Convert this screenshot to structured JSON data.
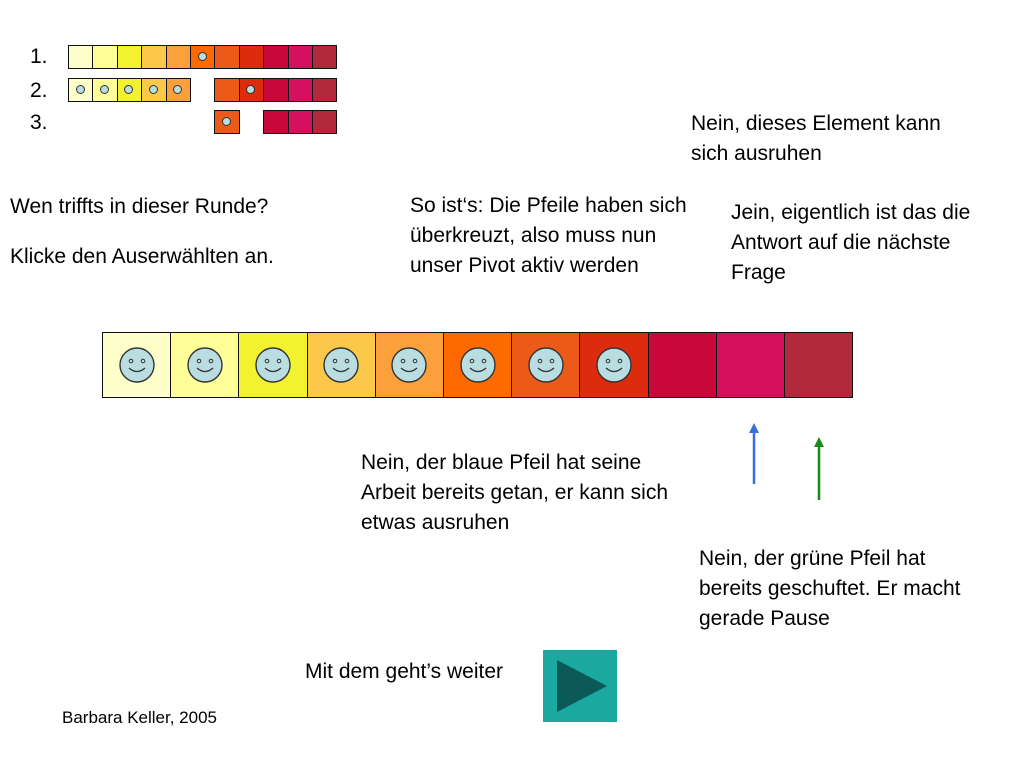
{
  "rows": [
    {
      "label": "1.",
      "cells": [
        {
          "color": "#ffffcc",
          "smiley": false
        },
        {
          "color": "#ffff99",
          "smiley": false
        },
        {
          "color": "#f2f230",
          "smiley": false
        },
        {
          "color": "#fbc84a",
          "smiley": false
        },
        {
          "color": "#fba03a",
          "smiley": false
        },
        {
          "color": "#ff6a00",
          "smiley": true
        },
        {
          "color": "#ec5a1a",
          "smiley": false
        },
        {
          "color": "#dd2b0e",
          "smiley": false
        },
        {
          "color": "#c8083a",
          "smiley": false
        },
        {
          "color": "#d5105e",
          "smiley": false
        },
        {
          "color": "#b02a3c",
          "smiley": false
        }
      ]
    },
    {
      "label": "2.",
      "cells": [
        {
          "color": "#ffffcc",
          "smiley": true
        },
        {
          "color": "#ffff99",
          "smiley": true
        },
        {
          "color": "#f2f230",
          "smiley": true
        },
        {
          "color": "#fbc84a",
          "smiley": true
        },
        {
          "color": "#fba03a",
          "smiley": true
        },
        {
          "color": "",
          "smiley": false
        },
        {
          "color": "#ec5a1a",
          "smiley": false
        },
        {
          "color": "#dd2b0e",
          "smiley": true
        },
        {
          "color": "#c8083a",
          "smiley": false
        },
        {
          "color": "#d5105e",
          "smiley": false
        },
        {
          "color": "#b02a3c",
          "smiley": false
        }
      ]
    },
    {
      "label": "3.",
      "cells": [
        {
          "color": "",
          "smiley": false
        },
        {
          "color": "",
          "smiley": false
        },
        {
          "color": "",
          "smiley": false
        },
        {
          "color": "",
          "smiley": false
        },
        {
          "color": "",
          "smiley": false
        },
        {
          "color": "",
          "smiley": false
        },
        {
          "color": "#ec5a1a",
          "smiley": true
        },
        {
          "color": "",
          "smiley": false
        },
        {
          "color": "#c8083a",
          "smiley": false
        },
        {
          "color": "#d5105e",
          "smiley": false
        },
        {
          "color": "#b02a3c",
          "smiley": false
        }
      ]
    }
  ],
  "main_array": [
    {
      "color": "#ffffcc",
      "smiley": true
    },
    {
      "color": "#ffff99",
      "smiley": true
    },
    {
      "color": "#f2f230",
      "smiley": true
    },
    {
      "color": "#fbc84a",
      "smiley": true
    },
    {
      "color": "#fba03a",
      "smiley": true
    },
    {
      "color": "#ff6a00",
      "smiley": true
    },
    {
      "color": "#ec5a1a",
      "smiley": true
    },
    {
      "color": "#dd2b0e",
      "smiley": true
    },
    {
      "color": "#c8083a",
      "smiley": false
    },
    {
      "color": "#d5105e",
      "smiley": false
    },
    {
      "color": "#b02a3c",
      "smiley": false
    }
  ],
  "texts": {
    "question": "Wen triffts in dieser Runde?",
    "instruction": "Klicke den Auserwählten an.",
    "pivot_feedback": "So ist‘s: Die Pfeile haben sich überkreuzt, also muss nun unser Pivot aktiv werden",
    "rest_feedback": "Nein, dieses Element kann sich ausruhen",
    "jein_feedback": "Jein, eigentlich ist das die Antwort auf die nächste Frage",
    "blue_feedback": "Nein, der blaue Pfeil hat seine Arbeit bereits getan, er kann sich etwas ausruhen",
    "green_feedback": "Nein, der grüne Pfeil hat bereits geschuftet. Er macht gerade Pause",
    "continue": "Mit dem geht’s weiter",
    "credit": "Barbara Keller, 2005"
  },
  "colors": {
    "blue_arrow": "#3a6fd8",
    "green_arrow": "#1a8a1a",
    "play_button_bg": "#1aa8a0",
    "play_button_triangle": "#0c5a58",
    "smiley_fill": "#b9dde0"
  },
  "icons": {
    "smiley": "smiley-face-icon",
    "blue_arrow": "blue-arrow-icon",
    "green_arrow": "green-arrow-icon",
    "play": "play-icon"
  }
}
